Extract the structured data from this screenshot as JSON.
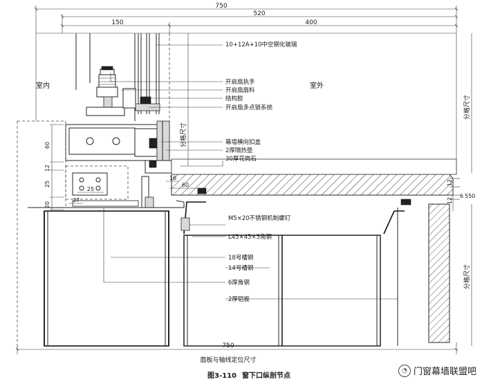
{
  "dimensions": {
    "top_overall": "750",
    "top_mid": "520",
    "top_left": "150",
    "top_right": "400",
    "bottom_overall": "750",
    "left_60": "60",
    "left_12": "12",
    "left_25": "25",
    "left_20": "20",
    "small_25": "25",
    "small_37": "37",
    "small_16": "16",
    "small_60": "60",
    "right_12_top": "12",
    "right_12_bot": "12",
    "right_6": "6",
    "right_550": "550"
  },
  "labels": {
    "indoor": "室内",
    "outdoor": "室外",
    "grid_size_left": "分格尺寸",
    "grid_size_right_top": "分格尺寸",
    "grid_size_right_bottom": "分格尺寸",
    "bottom_note": "面板与轴线定位尺寸"
  },
  "callouts": [
    "10+12A+10中空钢化玻璃",
    "开启扇执手",
    "开启扇扇料",
    "结构胶",
    "开启扇多点锁系统",
    "幕墙横向扣盖",
    "2厚隔热垫",
    "30厚花岗石",
    "M5×20不锈钢机制螺钉",
    "L45×45×5角钢",
    "18号槽钢",
    "14号槽钢",
    "6厚角钢",
    "2厚铝板"
  ],
  "caption": {
    "number": "图3-110",
    "title": "窗下口纵剖节点"
  },
  "watermark": {
    "text": "门窗幕墙联盟吧",
    "icon": "wechat-icon"
  }
}
